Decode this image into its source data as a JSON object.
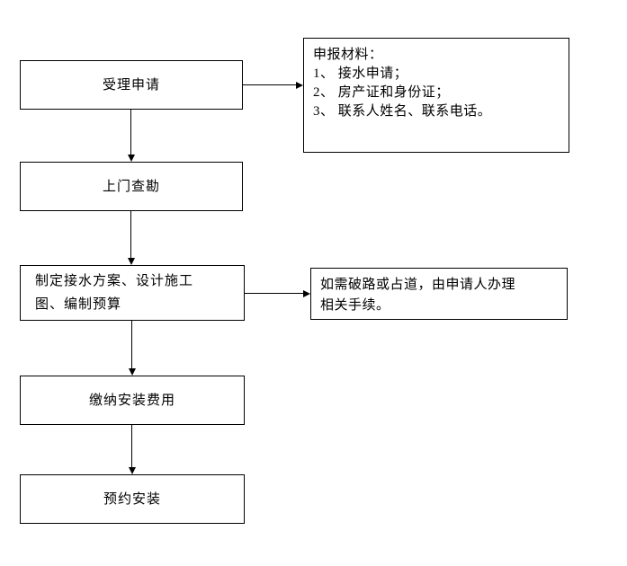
{
  "flowchart": {
    "steps": [
      {
        "label": "受理申请"
      },
      {
        "label": "上门查勘"
      },
      {
        "label": "制定接水方案、设计施工\n图、编制预算"
      },
      {
        "label": "缴纳安装费用"
      },
      {
        "label": "预约安装"
      }
    ],
    "notes": [
      {
        "text": "申报材料：\n1、 接水申请；\n2、 房产证和身份证；\n3、 联系人姓名、联系电话。"
      },
      {
        "text": "如需破路或占道，由申请人办理\n相关手续。"
      }
    ]
  }
}
